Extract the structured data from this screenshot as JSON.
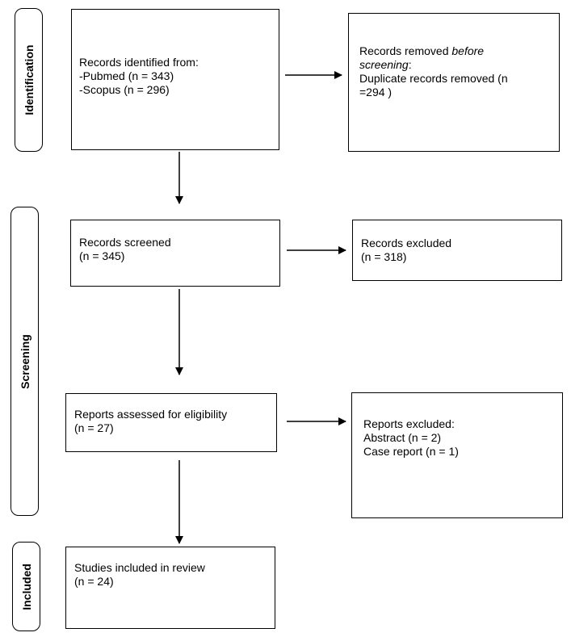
{
  "phases": {
    "identification": "Identification",
    "screening": "Screening",
    "included": "Included"
  },
  "identification": {
    "records_identified": {
      "line1": "Records identified from:",
      "line2": "-Pubmed (n = 343)",
      "line3": "-Scopus (n = 296)"
    },
    "records_removed": {
      "line1_prefix": "Records removed ",
      "line1_italic": "before",
      "line2_italic": "screening",
      "line2_suffix": ":",
      "line3": "Duplicate records removed  (n",
      "line4": "=294 )"
    }
  },
  "screening": {
    "records_screened": {
      "line1": "Records screened",
      "line2": "(n = 345)"
    },
    "records_excluded": {
      "line1": "Records excluded",
      "line2": "(n = 318)"
    },
    "reports_assessed": {
      "line1": "Reports assessed for eligibility",
      "line2": "(n =  27)"
    },
    "reports_excluded": {
      "line1": "Reports excluded:",
      "line2": "Abstract  (n = 2)",
      "line3": "Case report (n = 1)"
    }
  },
  "included": {
    "studies_included": {
      "line1": "Studies included in review",
      "line2": "(n =  24)"
    }
  }
}
